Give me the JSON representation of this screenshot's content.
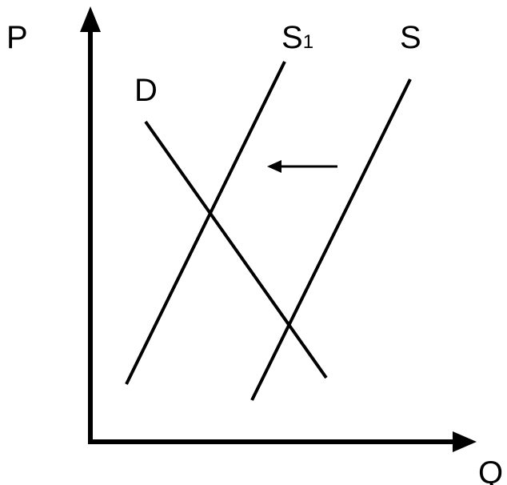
{
  "diagram": {
    "axis_y_label": "P",
    "axis_x_label": "Q",
    "demand_label": "D",
    "supply_label": "S",
    "supply_shifted_label": "S",
    "supply_shifted_subscript": "1",
    "line_color": "#000000",
    "background_color": "#ffffff"
  }
}
